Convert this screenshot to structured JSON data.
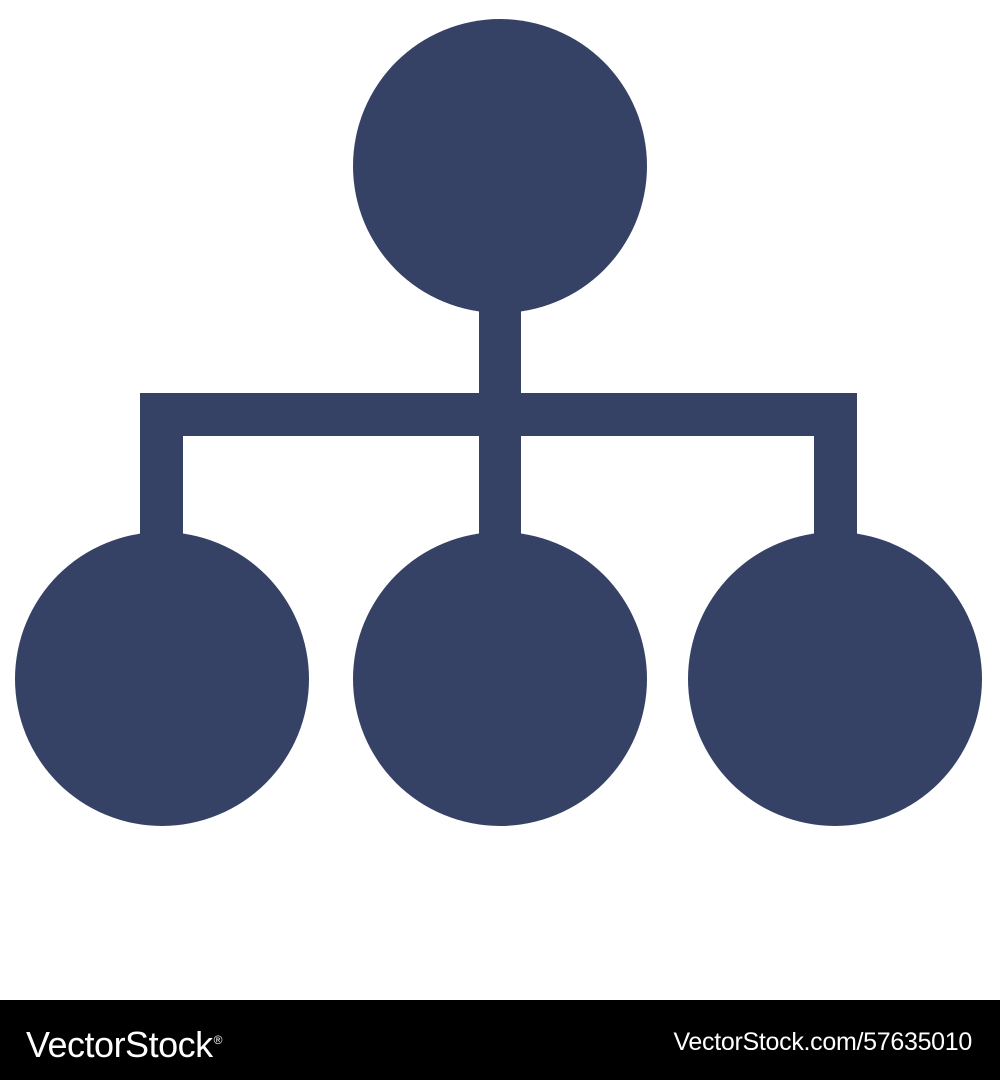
{
  "diagram": {
    "type": "hierarchy",
    "icon": "org-chart-icon",
    "fill_color": "#354266",
    "background_color": "#ffffff",
    "nodes": [
      {
        "id": "root",
        "level": 0
      },
      {
        "id": "child-left",
        "level": 1,
        "parent": "root"
      },
      {
        "id": "child-center",
        "level": 1,
        "parent": "root"
      },
      {
        "id": "child-right",
        "level": 1,
        "parent": "root"
      }
    ]
  },
  "footer": {
    "background_color": "#000000",
    "text_color": "#ffffff",
    "brand": "VectorStock",
    "brand_mark": "®",
    "image_ref": "VectorStock.com/57635010"
  }
}
